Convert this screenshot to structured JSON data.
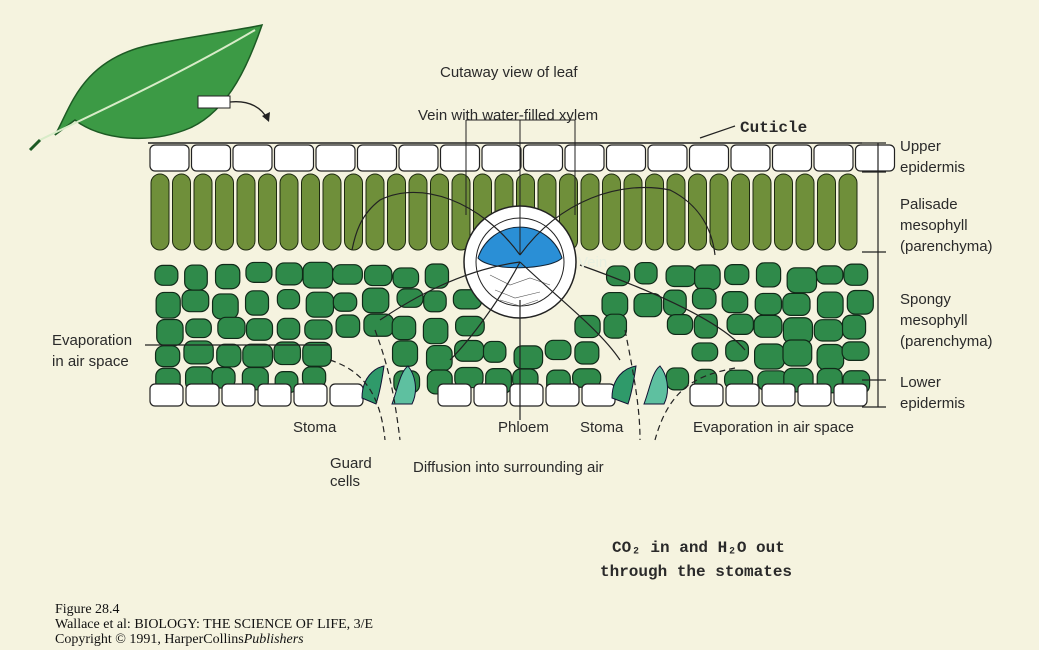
{
  "title": "Cutaway view of leaf",
  "labels": {
    "vein_xylem": "Vein with water-filled xylem",
    "cuticle": "Cuticle",
    "upper_epidermis": [
      "Upper",
      "epidermis"
    ],
    "palisade": [
      "Palisade",
      "mesophyll",
      "(parenchyma)"
    ],
    "spongy": [
      "Spongy",
      "mesophyll",
      "(parenchyma)"
    ],
    "lower_epidermis": [
      "Lower",
      "epidermis"
    ],
    "evaporation_left": [
      "Evaporation",
      "in air space"
    ],
    "vein": "Vein",
    "stoma_left": "Stoma",
    "phloem": "Phloem",
    "stoma_right": "Stoma",
    "evaporation_right": "Evaporation in air space",
    "guard_cells": [
      "Guard",
      "cells"
    ],
    "diffusion": "Diffusion into surrounding air"
  },
  "note": [
    "CO₂ in and H₂O out",
    "through the stomates"
  ],
  "caption": {
    "figure": "Figure 28.4",
    "source_prefix": "Wallace et al: BIOLOGY: THE SCIENCE OF LIFE, 3/E",
    "copyright": "Copyright © 1991, HarperCollins",
    "publisher_italic": "Publishers"
  },
  "colors": {
    "background": "#f5f3df",
    "palisade": "#6f8f3a",
    "spongy": "#2f8a4a",
    "xylem": "#2a8fd6",
    "epidermis": "#ffffff"
  }
}
